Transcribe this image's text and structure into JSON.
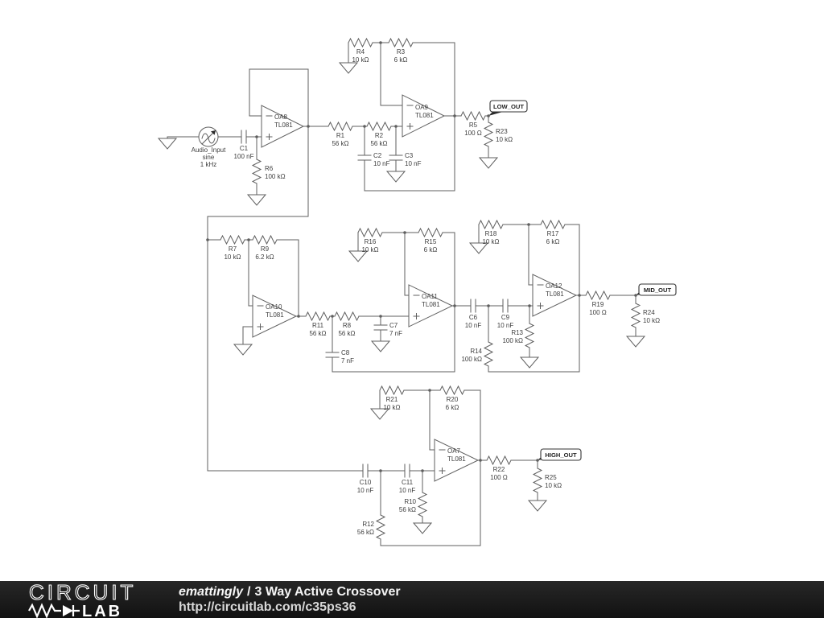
{
  "source": {
    "name": "Audio_Input",
    "waveform": "sine",
    "frequency": "1 kHz"
  },
  "opamps": {
    "OA7": {
      "name": "OA7",
      "model": "TL081"
    },
    "OA8": {
      "name": "OA8",
      "model": "TL081"
    },
    "OA9": {
      "name": "OA9",
      "model": "TL081"
    },
    "OA10": {
      "name": "OA10",
      "model": "TL081"
    },
    "OA11": {
      "name": "OA11",
      "model": "TL081"
    },
    "OA12": {
      "name": "OA12",
      "model": "TL081"
    }
  },
  "resistors": {
    "R1": {
      "name": "R1",
      "value": "56 kΩ"
    },
    "R2": {
      "name": "R2",
      "value": "56 kΩ"
    },
    "R3": {
      "name": "R3",
      "value": "6 kΩ"
    },
    "R4": {
      "name": "R4",
      "value": "10 kΩ"
    },
    "R5": {
      "name": "R5",
      "value": "100 Ω"
    },
    "R6": {
      "name": "R6",
      "value": "100 kΩ"
    },
    "R7": {
      "name": "R7",
      "value": "10 kΩ"
    },
    "R8": {
      "name": "R8",
      "value": "56 kΩ"
    },
    "R9": {
      "name": "R9",
      "value": "6.2 kΩ"
    },
    "R10": {
      "name": "R10",
      "value": "56 kΩ"
    },
    "R11": {
      "name": "R11",
      "value": "56 kΩ"
    },
    "R12": {
      "name": "R12",
      "value": "56 kΩ"
    },
    "R13": {
      "name": "R13",
      "value": "100 kΩ"
    },
    "R14": {
      "name": "R14",
      "value": "100 kΩ"
    },
    "R15": {
      "name": "R15",
      "value": "6 kΩ"
    },
    "R16": {
      "name": "R16",
      "value": "10 kΩ"
    },
    "R17": {
      "name": "R17",
      "value": "6 kΩ"
    },
    "R18": {
      "name": "R18",
      "value": "10 kΩ"
    },
    "R19": {
      "name": "R19",
      "value": "100 Ω"
    },
    "R20": {
      "name": "R20",
      "value": "6 kΩ"
    },
    "R21": {
      "name": "R21",
      "value": "10 kΩ"
    },
    "R22": {
      "name": "R22",
      "value": "100 Ω"
    },
    "R23": {
      "name": "R23",
      "value": "10 kΩ"
    },
    "R24": {
      "name": "R24",
      "value": "10 kΩ"
    },
    "R25": {
      "name": "R25",
      "value": "10 kΩ"
    }
  },
  "capacitors": {
    "C1": {
      "name": "C1",
      "value": "100 nF"
    },
    "C2": {
      "name": "C2",
      "value": "10 nF"
    },
    "C3": {
      "name": "C3",
      "value": "10 nF"
    },
    "C6": {
      "name": "C6",
      "value": "10 nF"
    },
    "C7": {
      "name": "C7",
      "value": "7 nF"
    },
    "C8": {
      "name": "C8",
      "value": "7 nF"
    },
    "C9": {
      "name": "C9",
      "value": "10 nF"
    },
    "C10": {
      "name": "C10",
      "value": "10 nF"
    },
    "C11": {
      "name": "C11",
      "value": "10 nF"
    }
  },
  "flags": {
    "low": {
      "label": "LOW_OUT"
    },
    "mid": {
      "label": "MID_OUT"
    },
    "high": {
      "label": "HIGH_OUT"
    }
  },
  "footer": {
    "logo_circuit": "CIRCUIT",
    "logo_lab": "LAB",
    "author": "emattingly",
    "separator": "/",
    "title": "3 Way Active Crossover",
    "url": "http://circuitlab.com/c35ps36"
  }
}
